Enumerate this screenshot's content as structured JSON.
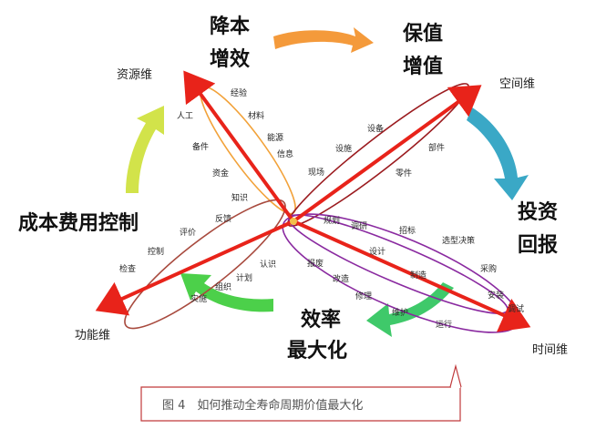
{
  "diagram": {
    "caption": "图 4　如何推动全寿命周期价值最大化",
    "center_labels": [
      {
        "line1": "降本",
        "line2": "增效"
      },
      {
        "line1": "保值",
        "line2": "增值"
      },
      {
        "line1": "投资",
        "line2": "回报"
      },
      {
        "line1": "效率",
        "line2": "最大化"
      },
      {
        "line1": "成本费用控制",
        "line2": ""
      }
    ],
    "axes": {
      "resource": "资源维",
      "space": "空间维",
      "time": "时间维",
      "function": "功能维"
    },
    "resource_items": [
      "经验",
      "材料",
      "能源",
      "信息",
      "人工",
      "备件",
      "资金",
      "知识"
    ],
    "space_items": [
      "设备",
      "设施",
      "部件",
      "现场",
      "零件"
    ],
    "time_items": [
      "规划",
      "调研",
      "招标",
      "选型决策",
      "采购",
      "设计",
      "制造",
      "安装",
      "调试",
      "报废",
      "改造",
      "修理",
      "维护",
      "运行"
    ],
    "function_items": [
      "反馈",
      "评价",
      "控制",
      "检查",
      "认识",
      "计划",
      "组织",
      "实施"
    ],
    "colors": {
      "axis_red": "#e8231a",
      "orange": "#f49a3b",
      "teal": "#3aa8c6",
      "green": "#3fc96a",
      "lime": "#d2e34a",
      "ellipse_orange": "#f2a23a",
      "ellipse_darkred": "#9b1b1f",
      "ellipse_purple": "#8a2aa0",
      "ellipse_brown": "#a84a3e",
      "caption_border": "#c0393b"
    }
  }
}
